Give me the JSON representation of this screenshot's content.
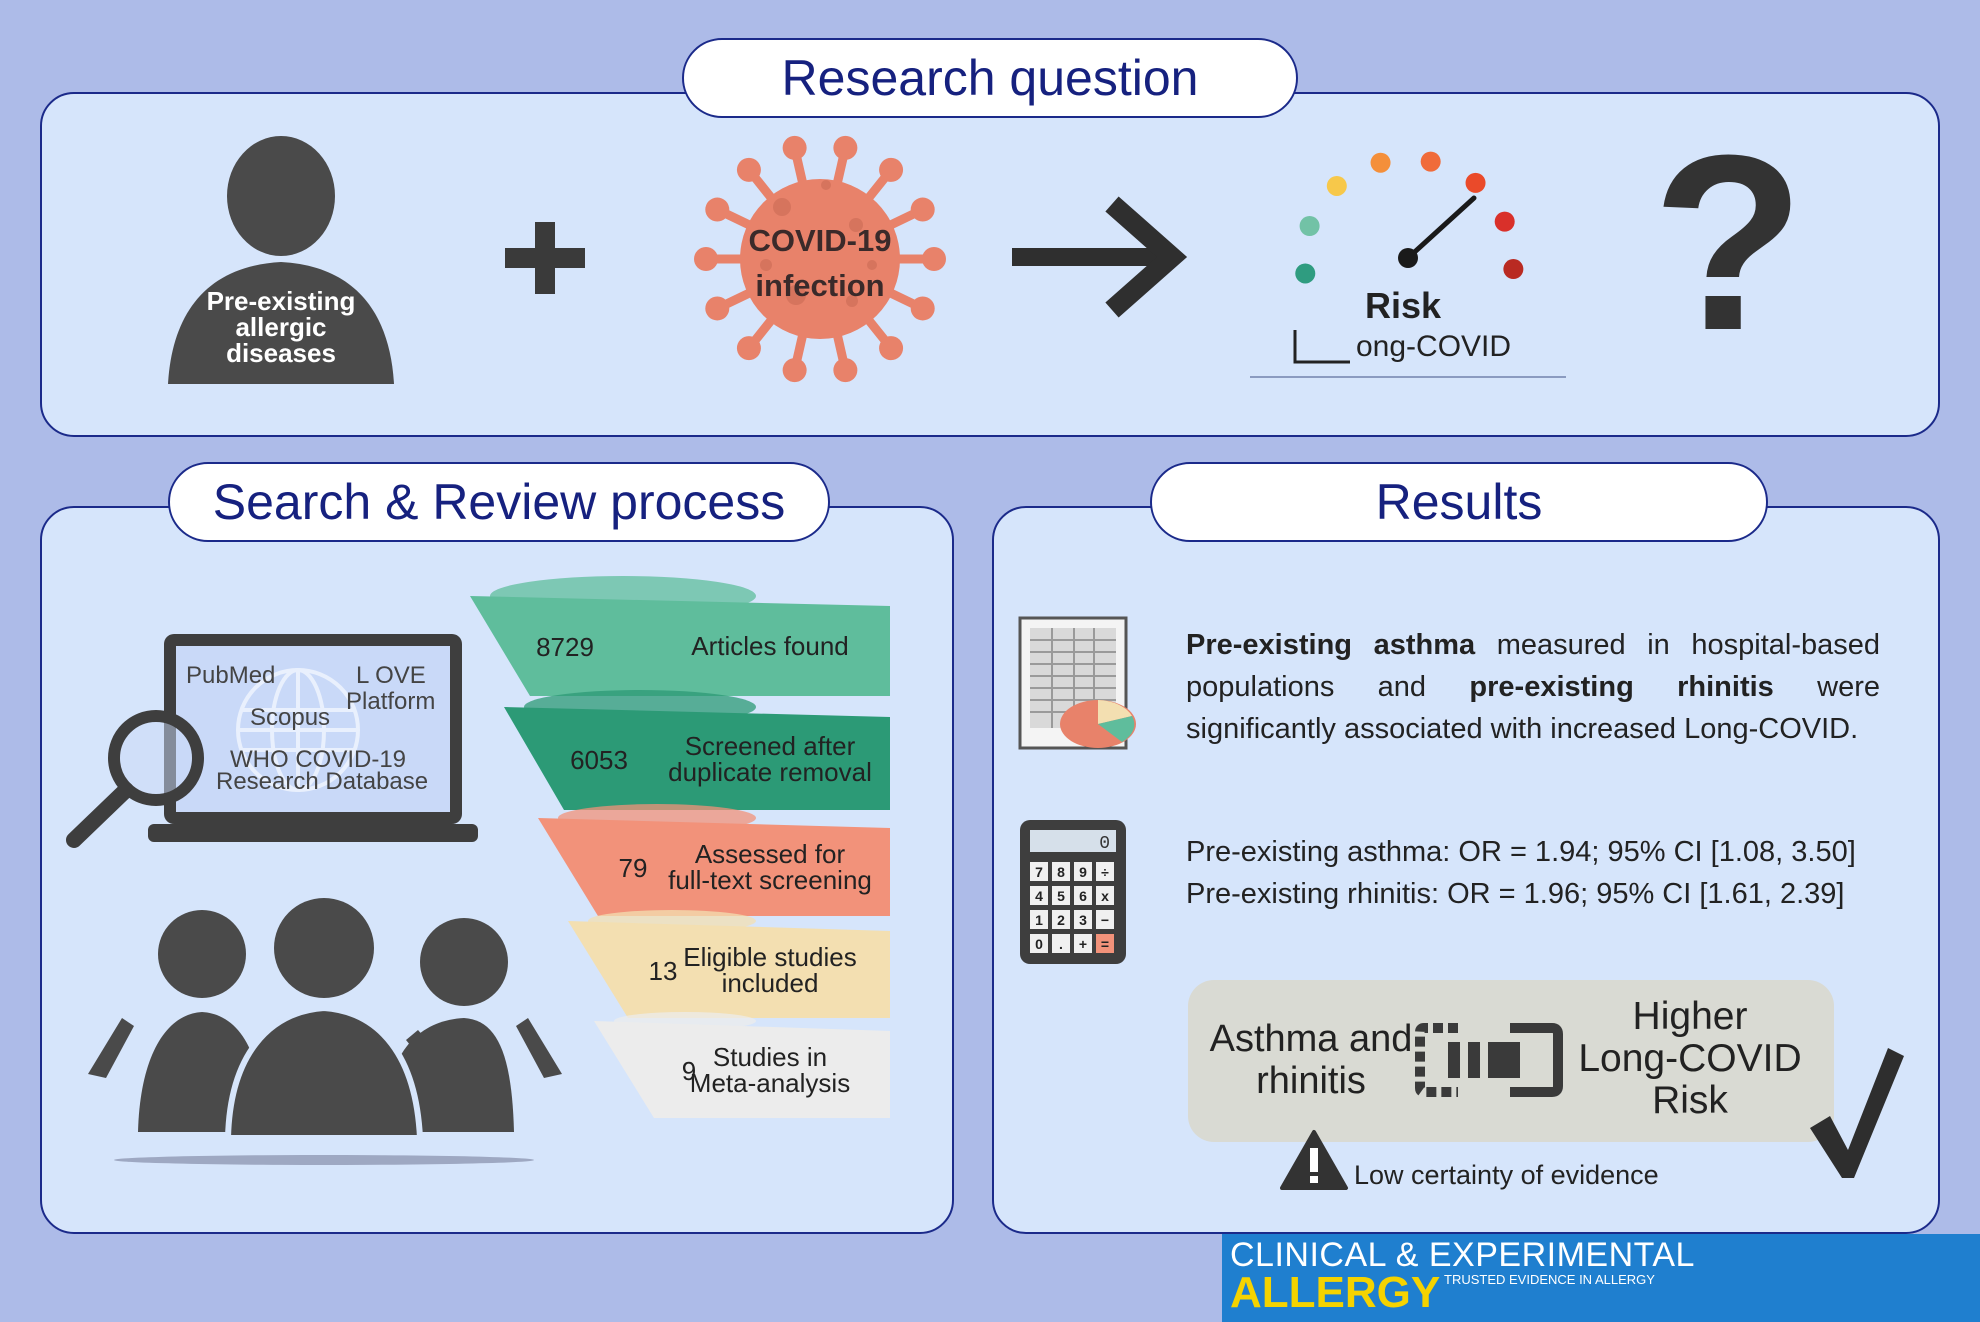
{
  "research": {
    "title": "Research question",
    "person_label_lines": [
      "Pre-existing",
      "allergic",
      "diseases"
    ],
    "plus_symbol": "+",
    "virus_label_lines": [
      "COVID-19",
      "infection"
    ],
    "risk_label": "Risk",
    "long_covid_label": "ong-COVID",
    "question_mark": "?"
  },
  "search": {
    "title": "Search & Review process",
    "databases": {
      "pubmed": "PubMed",
      "love": "L OVE",
      "platform": "Platform",
      "scopus": "Scopus",
      "who_line1": "WHO COVID-19",
      "who_line2": "Research Database"
    },
    "funnel": [
      {
        "count": "8729",
        "label_lines": [
          "Articles found"
        ],
        "color": "#5fbd9c"
      },
      {
        "count": "6053",
        "label_lines": [
          "Screened after",
          "duplicate removal"
        ],
        "color": "#2c9a76"
      },
      {
        "count": "79",
        "label_lines": [
          "Assessed for",
          "full-text screening"
        ],
        "color": "#f2927a"
      },
      {
        "count": "13",
        "label_lines": [
          "Eligible studies",
          "included"
        ],
        "color": "#f3dfb1"
      },
      {
        "count": "9",
        "label_lines": [
          "Studies in",
          "Meta-analysis"
        ],
        "color": "#ececec"
      }
    ]
  },
  "results": {
    "title": "Results",
    "finding": {
      "bold1": "Pre-existing asthma",
      "text1": " measured in hospital-based populations and ",
      "bold2": "pre-existing rhinitis",
      "text2": " were significantly associated with increased Long-COVID."
    },
    "calc_display": "0",
    "calc_keys": [
      "7",
      "8",
      "9",
      "÷",
      "4",
      "5",
      "6",
      "x",
      "1",
      "2",
      "3",
      "−",
      "0",
      ".",
      "+",
      "="
    ],
    "stat1": "Pre-existing asthma: OR = 1.94; 95% CI [1.08, 3.50]",
    "stat2": "Pre-existing rhinitis: OR = 1.96; 95% CI [1.61, 2.39]",
    "box_left_lines": [
      "Asthma and",
      "rhinitis"
    ],
    "box_right_lines": [
      "Higher",
      "Long-COVID",
      "Risk"
    ],
    "warning": "Low certainty of evidence",
    "warning_symbol": "!"
  },
  "journal": {
    "line1": "CLINICAL & EXPERIMENTAL",
    "line2": "ALLERGY",
    "tagline": "TRUSTED EVIDENCE IN ALLERGY",
    "bg_color": "#1f7fcf",
    "accent_color": "#f5d300"
  },
  "colors": {
    "background": "#adbbe8",
    "panel": "#d6e5fb",
    "navy": "#16217f",
    "icon_gray": "#4a4a4a",
    "virus": "#e8826a"
  }
}
